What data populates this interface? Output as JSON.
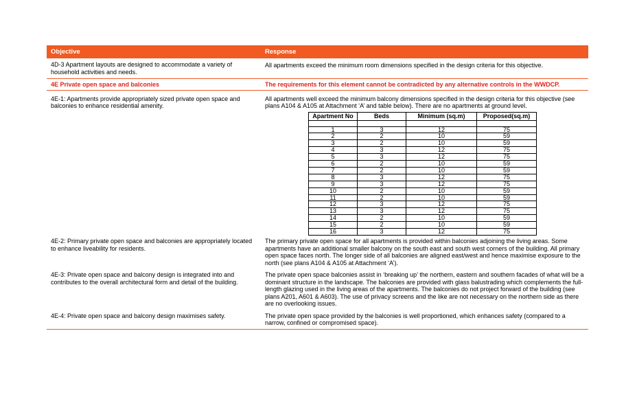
{
  "header": {
    "objective": "Objective",
    "response": "Response"
  },
  "row_4d3": {
    "objective": "4D-3 Apartment layouts are designed to accommodate a variety of household activities and needs.",
    "response": "All apartments exceed the minimum room dimensions specified in the design criteria for this objective."
  },
  "section_4e": {
    "objective": "4E Private open space and balconies",
    "response": "The requirements for this element cannot be contradicted by any alternative controls in the WWDCP."
  },
  "row_4e1": {
    "objective": "4E-1: Apartments provide appropriately sized private open space and balconies to enhance residential amenity.",
    "response": "All apartments well exceed the minimum balcony dimensions specified in the design criteria for this objective (see plans A104 & A105 at Attachment ‘A’ and table below). There are no apartments at ground level."
  },
  "balcony_table": {
    "headers": [
      "Apartment No",
      "Beds",
      "Minimum (sq.m)",
      "Proposed(sq.m)"
    ],
    "rows": [
      [
        "1",
        "3",
        "12",
        "75"
      ],
      [
        "2",
        "2",
        "10",
        "59"
      ],
      [
        "3",
        "2",
        "10",
        "59"
      ],
      [
        "4",
        "3",
        "12",
        "75"
      ],
      [
        "5",
        "3",
        "12",
        "75"
      ],
      [
        "6",
        "2",
        "10",
        "59"
      ],
      [
        "7",
        "2",
        "10",
        "59"
      ],
      [
        "8",
        "3",
        "12",
        "75"
      ],
      [
        "9",
        "3",
        "12",
        "75"
      ],
      [
        "10",
        "2",
        "10",
        "59"
      ],
      [
        "11",
        "2",
        "10",
        "59"
      ],
      [
        "12",
        "3",
        "12",
        "75"
      ],
      [
        "13",
        "3",
        "12",
        "75"
      ],
      [
        "14",
        "2",
        "10",
        "59"
      ],
      [
        "15",
        "2",
        "10",
        "59"
      ],
      [
        "16",
        "3",
        "12",
        "75"
      ]
    ]
  },
  "row_4e2": {
    "objective": "4E-2: Primary private open space and balconies are appropriately located to enhance liveability for residents.",
    "response": "The primary private open space for all apartments is provided within balconies adjoining the living areas. Some apartments have an additional smaller balcony on the south east and south west corners of the building. All primary open space faces north. The longer side of all balconies are aligned east/west and hence maximise exposure to the north (see plans A104 & A105 at Attachment ‘A’)."
  },
  "row_4e3": {
    "objective": "4E-3: Private open space and balcony design is integrated into and contributes to the overall architectural form and detail of the building.",
    "response": "The private open space balconies assist in ‘breaking up’ the northern, eastern and southern facades of what will be a dominant structure in the landscape. The balconies are provided with glass balustrading which complements the full-length glazing used in the living areas of the apartments. The balconies do not project forward of the building (see plans A201, A601 & A603). The use of privacy screens and the like are not necessary on the northern side as there are no overlooking issues."
  },
  "row_4e4": {
    "objective": "4E-4: Private open space and balcony design maximises safety.",
    "response": "The private open space provided by the balconies is well proportioned, which enhances safety (compared to a narrow, confined or compromised space)."
  },
  "colors": {
    "accent": "#f15a22",
    "heading_red": "#e2231a"
  }
}
